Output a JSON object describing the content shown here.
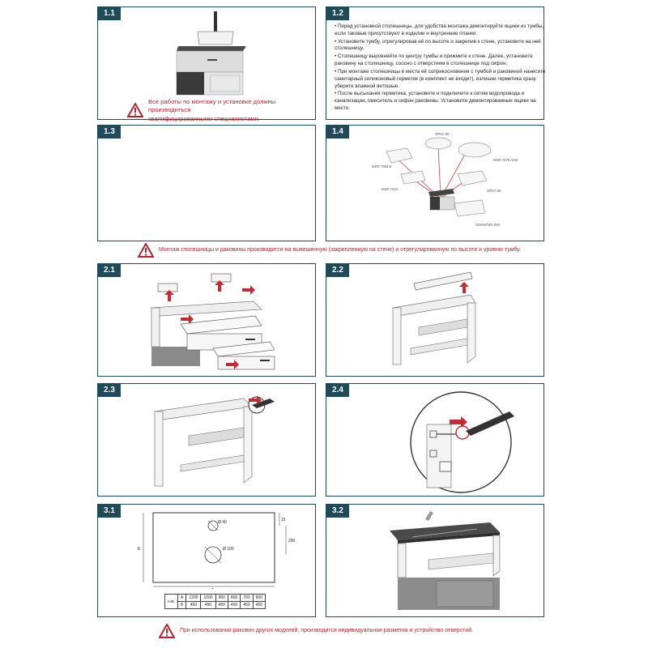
{
  "steps": {
    "s11": "1.1",
    "s12": "1.2",
    "s13": "1.3",
    "s14": "1.4",
    "s21": "2.1",
    "s22": "2.2",
    "s23": "2.3",
    "s24": "2.4",
    "s31": "3.1",
    "s32": "3.2"
  },
  "warnings": {
    "w11": [
      "Все работы по монтажу и установке должны производиться",
      "квалифицированными специалистами."
    ],
    "w14": "Монтаж столешницы и раковины производится на вывешенную (закрепленную на стене) и отрегулированную по высоте и уровню тумбу.",
    "w32": "При использовании раковин других моделей, производится индивидуальная разметка и устройство отверстий."
  },
  "instructions": [
    "• Перед установкой столешницы, для удобства монтажа демонтируйте ящики из тумбы, если таковые присутствуют в изделии и внутренние планки.",
    "• Установите тумбу, отрегулировав её по высоте и закрепив к стене, установите на неё столешницу.",
    "• Столешницу выровняйте по центру тумбы и прижмите к стене. Далее, установите раковину на столешницу, соосно с отверстием в столешнице под сифон.",
    "• При монтаже столешницы в места её соприкосновения с тумбой и раковиной нанесите санитарный силиконовый герметик (в комплект не входит), излишки герметика сразу уберите влажной ветошью.",
    "• После высыхания герметика, установите и подключите к сетям водопровода и канализации, смеситель и сифон раковины. Установите демонтированные ящики на место."
  ],
  "sinks": [
    "ОРКА 50",
    "МИЛ 7079 АНИ",
    "МИЛ 7083 В",
    "МИЛ 7022",
    "ОРКА 58",
    "ОЛИМПИУ 060"
  ],
  "drawing": {
    "top_dim": "15",
    "right_dim": "290",
    "hole_small": "Ø 40",
    "hole_large": "Ø 100",
    "width_label": "А",
    "depth_label": "Б"
  },
  "size_table": {
    "rows": [
      [
        "А",
        "1200",
        "1000",
        "900",
        "800",
        "700",
        "600"
      ],
      [
        "Б",
        "450",
        "450",
        "450",
        "450",
        "450",
        "450"
      ]
    ],
    "row_head": "н.м."
  }
}
